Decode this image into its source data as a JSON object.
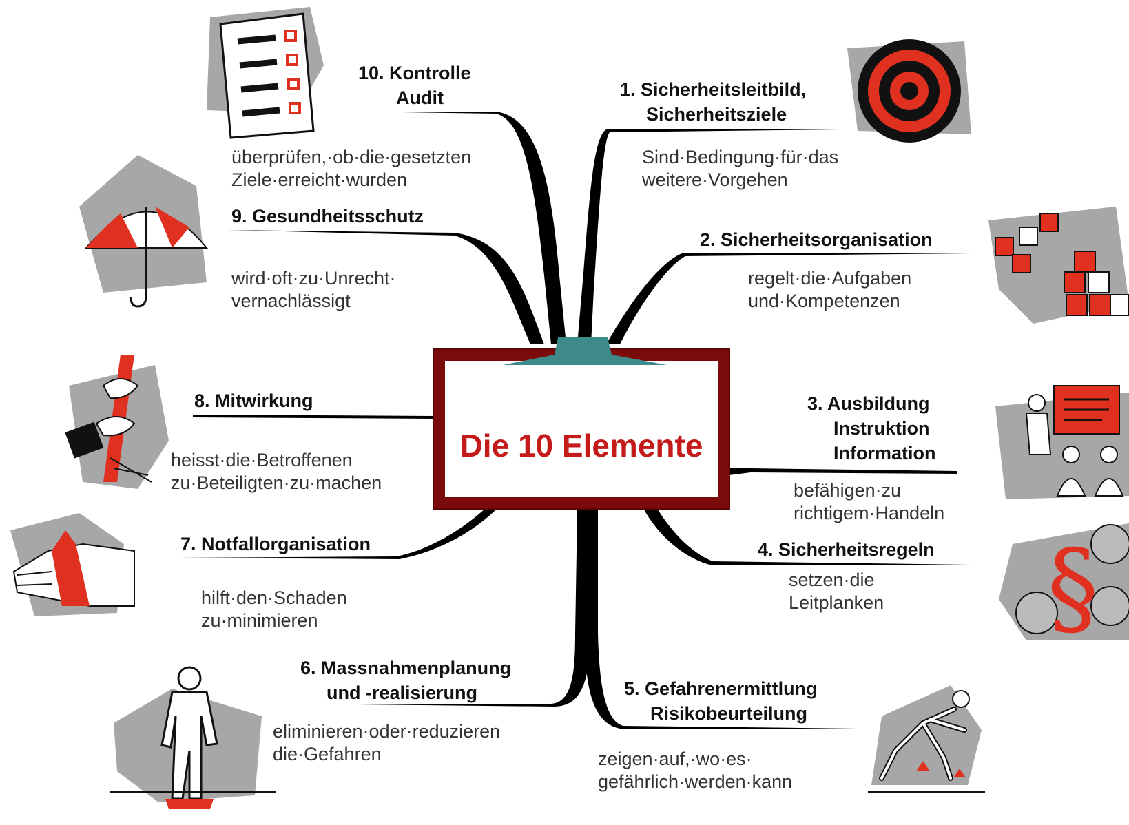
{
  "center": {
    "label": "Die 10 Elemente"
  },
  "elements": [
    {
      "id": 1,
      "title_lines": [
        "1. Sicherheitsleitbild,",
        "Sicherheitsziele"
      ],
      "desc_lines": [
        "Sind·Bedingung·für·das",
        "weitere·Vorgehen"
      ],
      "icon": "target-icon"
    },
    {
      "id": 2,
      "title_lines": [
        "2. Sicherheitsorganisation"
      ],
      "desc_lines": [
        "regelt·die·Aufgaben",
        "und·Kompetenzen"
      ],
      "icon": "blocks-icon"
    },
    {
      "id": 3,
      "title_lines": [
        "3. Ausbildung",
        "Instruktion",
        "Information"
      ],
      "desc_lines": [
        "befähigen·zu",
        "richtigem·Handeln"
      ],
      "icon": "presentation-icon"
    },
    {
      "id": 4,
      "title_lines": [
        "4. Sicherheitsregeln"
      ],
      "desc_lines": [
        "setzen·die",
        "Leitplanken"
      ],
      "icon": "paragraph-icon"
    },
    {
      "id": 5,
      "title_lines": [
        "5. Gefahrenermittlung",
        "Risikobeurteilung"
      ],
      "desc_lines": [
        "zeigen·auf,·wo·es·",
        "gefährlich·werden·kann"
      ],
      "icon": "falling-person-icon"
    },
    {
      "id": 6,
      "title_lines": [
        "6. Massnahmenplanung",
        "und -realisierung"
      ],
      "desc_lines": [
        "eliminieren·oder·reduzieren",
        "die·Gefahren"
      ],
      "icon": "standing-person-icon"
    },
    {
      "id": 7,
      "title_lines": [
        "7. Notfallorganisation"
      ],
      "desc_lines": [
        "hilft·den·Schaden",
        "zu·minimieren"
      ],
      "icon": "bandaged-hand-icon"
    },
    {
      "id": 8,
      "title_lines": [
        "8. Mitwirkung"
      ],
      "desc_lines": [
        "heisst·die·Betroffenen",
        "zu·Beteiligten·zu·machen"
      ],
      "icon": "rope-hands-icon"
    },
    {
      "id": 9,
      "title_lines": [
        "9. Gesundheitsschutz"
      ],
      "desc_lines": [
        "wird·oft·zu·Unrecht·",
        "vernachlässigt"
      ],
      "icon": "umbrella-icon"
    },
    {
      "id": 10,
      "title_lines": [
        "10. Kontrolle",
        "Audit"
      ],
      "desc_lines": [
        "überprüfen,·ob·die·gesetzten",
        "Ziele·erreicht·wurden"
      ],
      "icon": "checklist-icon"
    }
  ],
  "colors": {
    "accent_red": "#e03020",
    "board_frame": "#7b0a0a",
    "center_text": "#c41a1a",
    "teal": "#3e8a8a",
    "gray_bg": "#a7a7a7"
  }
}
